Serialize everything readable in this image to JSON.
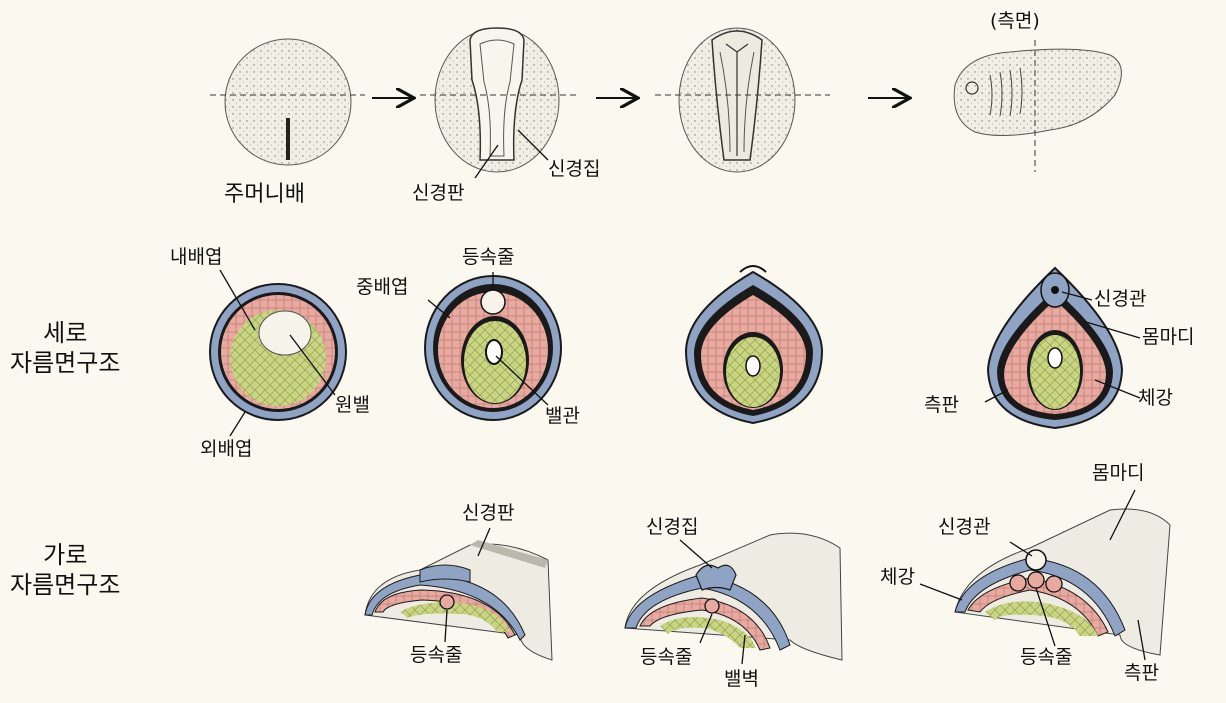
{
  "colors": {
    "background": "#fbf9ef",
    "ectoderm": "#8fa3c4",
    "mesoderm": "#e8aaa0",
    "endoderm": "#c9d582",
    "outline": "#1a1a1a",
    "embryo_surface": "#f1efe4"
  },
  "arrows": [
    "right-arrow",
    "right-arrow",
    "right-arrow"
  ],
  "top_row": {
    "stage1_label": "주머니배",
    "stage2_labels": {
      "neural_plate": "신경판",
      "neural_fold": "신경집"
    },
    "side_view_label": "(측면)"
  },
  "row_labels": {
    "longitudinal": {
      "line1": "세로",
      "line2": "자름면구조"
    },
    "transverse": {
      "line1": "가로",
      "line2": "자름면구조"
    }
  },
  "middle_row": {
    "stage1": {
      "endoderm": "내배엽",
      "archenteron": "원밸",
      "ectoderm": "외배엽"
    },
    "stage2": {
      "notochord": "등속줄",
      "mesoderm": "중배엽",
      "gut": "밸관"
    },
    "stage4": {
      "neural_tube": "신경관",
      "somite": "몸마디",
      "lateral_plate": "측판",
      "coelom": "체강"
    }
  },
  "bottom_row": {
    "block1": {
      "neural_plate": "신경판",
      "notochord": "등속줄"
    },
    "block2": {
      "neural_fold": "신경집",
      "notochord": "등속줄",
      "gut_wall": "밸벽"
    },
    "block3": {
      "neural_tube": "신경관",
      "somite": "몸마디",
      "coelom": "체강",
      "notochord": "등속줄",
      "lateral_plate": "측판"
    }
  }
}
